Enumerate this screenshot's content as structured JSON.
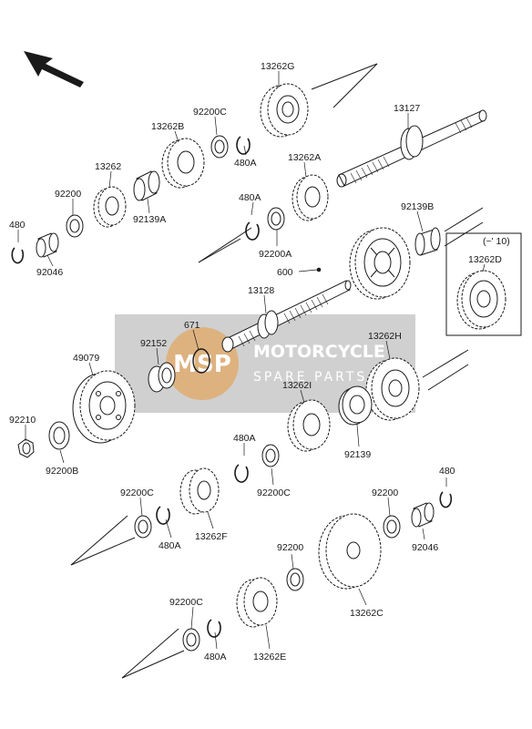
{
  "labels": {
    "g13262G": "13262G",
    "s13127": "13127",
    "w92200C_top": "92200C",
    "g13262B": "13262B",
    "c480A_top": "480A",
    "g13262": "13262",
    "g13262A": "13262A",
    "w92200_left": "92200",
    "b92139A": "92139A",
    "c480A_mid": "480A",
    "w92200A": "92200A",
    "b92139B": "92139B",
    "c480_left": "480",
    "b92046_left": "92046",
    "note_range": "(~' 10)",
    "g13262D": "13262D",
    "p600": "600",
    "s13128": "13128",
    "o671": "671",
    "b92152": "92152",
    "g13262H": "13262H",
    "g49079": "49079",
    "g13262I": "13262I",
    "n92210": "92210",
    "w92200B": "92200B",
    "b92139": "92139",
    "c480A_low": "480A",
    "w92200C_mid": "92200C",
    "c480_right": "480",
    "w92200C_left": "92200C",
    "w92200_right": "92200",
    "c480A_bottomleft": "480A",
    "g13262F": "13262F",
    "b92046_right": "92046",
    "w92200_center": "92200",
    "g13262C": "13262C",
    "w92200C_bottom": "92200C",
    "c480A_bottom": "480A",
    "g13262E": "13262E"
  },
  "watermark": {
    "logo_text": "MSP",
    "title": "MOTORCYCLE",
    "subtitle": "SPARE PARTS"
  },
  "colors": {
    "line": "#1a1a1a",
    "watermark_bg": "#c8c8c8",
    "watermark_logo": "#e8891c"
  },
  "icons": {
    "direction_arrow": "front-direction-arrow-icon"
  }
}
